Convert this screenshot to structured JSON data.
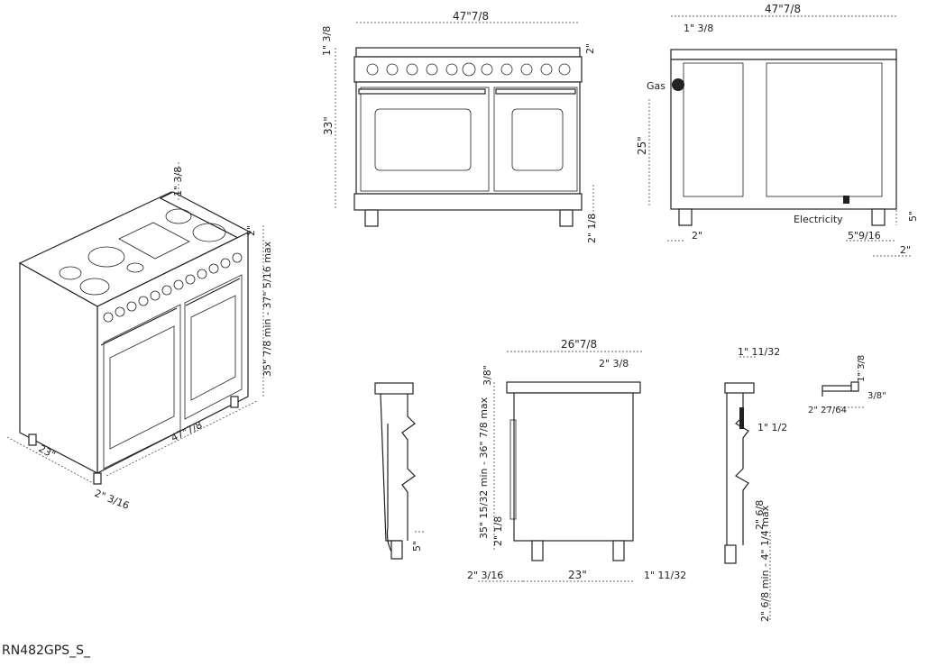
{
  "model_code": "RN482GPS_S_",
  "labels": {
    "gas": "Gas",
    "electricity": "Electricity"
  },
  "iso_view": {
    "height_range": "35\" 7/8 min - 37\" 5/16 max",
    "top_lip": "1\" 3/8",
    "backguard": "2\"",
    "width": "47\"7/8",
    "depth": "23\"",
    "foot": "2\" 3/16"
  },
  "front_view": {
    "width": "47\"7/8",
    "top_lip": "1\" 3/8",
    "backguard": "2\"",
    "height": "33\"",
    "legs": "2\" 1/8"
  },
  "back_view": {
    "width": "47\"7/8",
    "offset_top": "1\" 3/8",
    "gas_height": "25\"",
    "leg_offset": "2\"",
    "elec_x": "5\"9/16",
    "elec_height": "5\"",
    "elec_right": "2\""
  },
  "side_view": {
    "depth_total": "26\"7/8",
    "backguard_depth": "2\" 3/8",
    "top_lip": "3/8\"",
    "height_range": "35\" 15/32 min - 36\" 7/8 max",
    "leg": "2\" 1/8",
    "front": "2\" 3/16",
    "depth": "23\"",
    "back": "1\" 11/32"
  },
  "small_left": {
    "cord": "5\""
  },
  "small_right": {
    "top": "1\" 11/32",
    "panel": "1\" 1/2",
    "leg": "2\" 6/8",
    "range": "2\" 6/8 min - 4\" 1/4 max"
  },
  "detail": {
    "height": "1\" 3/8",
    "offset": "3/8\"",
    "width": "2\" 27/64"
  }
}
